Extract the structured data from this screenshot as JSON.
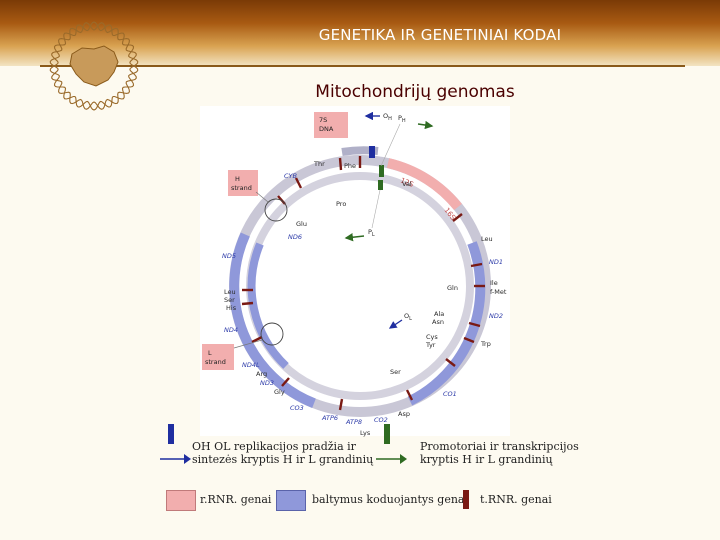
{
  "header": {
    "title": "GENETIKA IR GENETINIAI KODAI"
  },
  "slide": {
    "title": "Mitochondrijų genomas"
  },
  "diagram": {
    "boxes": {
      "dna7s": [
        "7S",
        "DNA"
      ],
      "h_strand": [
        "H",
        "strand"
      ],
      "l_strand": [
        "L",
        "strand"
      ]
    },
    "origins": {
      "oh": "O",
      "oh_sub": "H",
      "ol": "O",
      "ol_sub": "L"
    },
    "promoters": {
      "ph": "P",
      "ph_sub": "H",
      "pl": "P",
      "pl_sub": "L"
    },
    "rrna": {
      "s12": "12S",
      "s16": "16S"
    },
    "labels": {
      "phe": "Phe",
      "thr": "Thr",
      "pro": "Pro",
      "cytb": "CYB",
      "glu": "Glu",
      "nd6": "ND6",
      "val": "Val",
      "leu1": "Leu",
      "nd1": "ND1",
      "ile": "Ile",
      "fmet": "f-Met",
      "gln": "Gln",
      "nd2": "ND2",
      "trp": "Trp",
      "ala": "Ala",
      "asn": "Asn",
      "cys": "Cys",
      "tyr": "Tyr",
      "nd5": "ND5",
      "leu2": "Leu",
      "ser1": "Ser",
      "his": "His",
      "nd4": "ND4",
      "nd4l": "ND4L",
      "arg": "Arg",
      "nd3": "ND3",
      "gly": "Gly",
      "co3": "CO3",
      "atp6": "ATP6",
      "atp8": "ATP8",
      "co2": "CO2",
      "lys": "Lys",
      "asp": "Asp",
      "ser2": "Ser",
      "co1": "CO1"
    }
  },
  "legend": {
    "origin_text": [
      "OH OL replikacijos pradžia ir",
      "sintezės kryptis H ir L grandinių"
    ],
    "promoter_text": [
      "Promotoriai ir transkripcijos",
      "kryptis H ir L grandinių"
    ],
    "rrna_label": "r.RNR. genai",
    "protein_label": "baltymus koduojantys genai",
    "trna_label": "t.RNR. genai",
    "colors": {
      "blue": "#1f2ea0",
      "green": "#2f6b22",
      "rrna": "#f2aeae",
      "protein": "#8f98da",
      "trna": "#7a1a14"
    }
  }
}
